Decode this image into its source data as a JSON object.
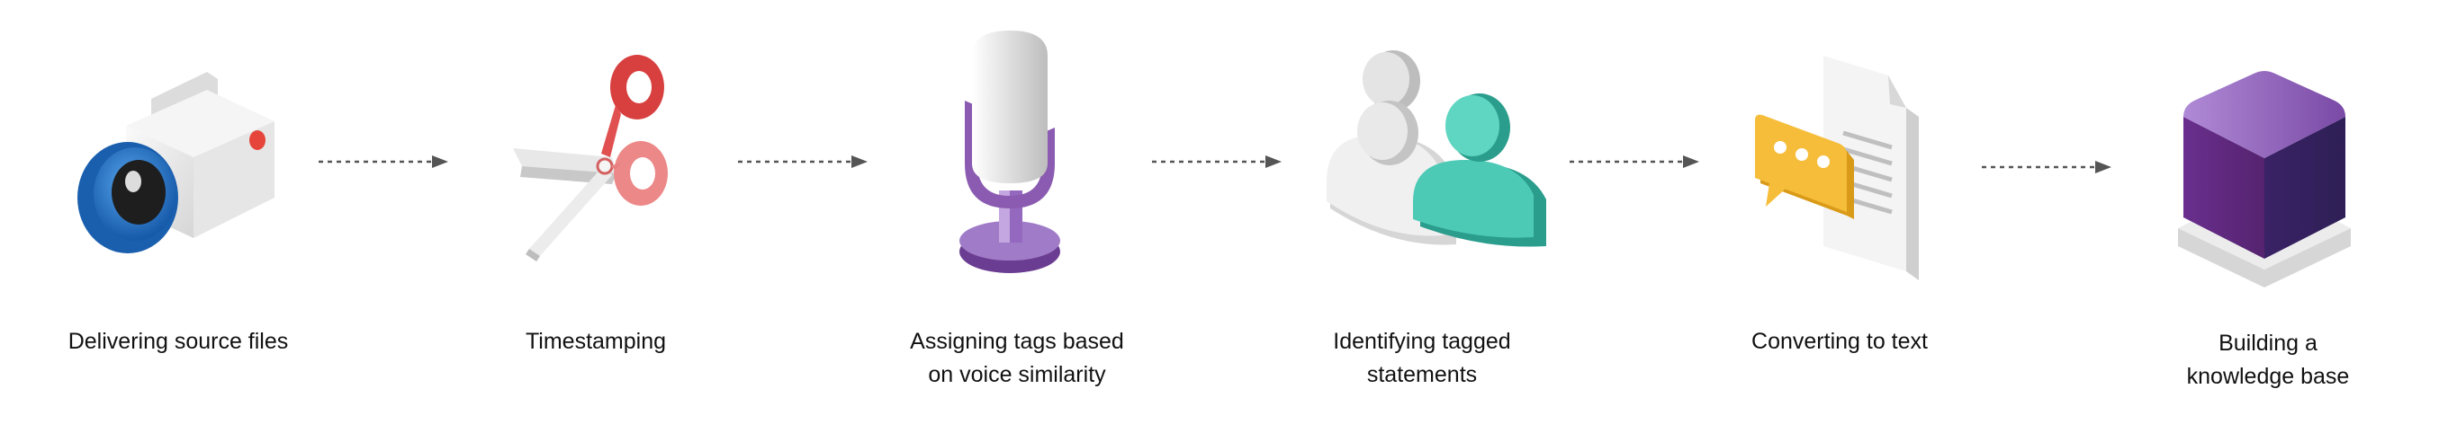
{
  "diagram": {
    "steps": [
      {
        "label_lines": [
          "Delivering source files"
        ],
        "icon": "video-camera-icon"
      },
      {
        "label_lines": [
          "Timestamping"
        ],
        "icon": "scissors-icon"
      },
      {
        "label_lines": [
          "Assigning tags based",
          "on voice similarity"
        ],
        "icon": "microphone-icon"
      },
      {
        "label_lines": [
          "Identifying tagged",
          "statements"
        ],
        "icon": "people-icon"
      },
      {
        "label_lines": [
          "Converting to text"
        ],
        "icon": "document-chat-icon"
      },
      {
        "label_lines": [
          "Building a",
          "knowledge base"
        ],
        "icon": "cube-database-icon"
      }
    ],
    "connector": "dashed-arrow",
    "colors": {
      "camera_blue": "#1f6fc2",
      "camera_red": "#e5453b",
      "scissors_red": "#e04848",
      "mic_purple": "#8a5bb0",
      "people_teal": "#3cc2ad",
      "chat_yellow": "#f2b630",
      "cube_purple": "#5e2d82",
      "text": "#111111",
      "arrow": "#555555"
    }
  }
}
